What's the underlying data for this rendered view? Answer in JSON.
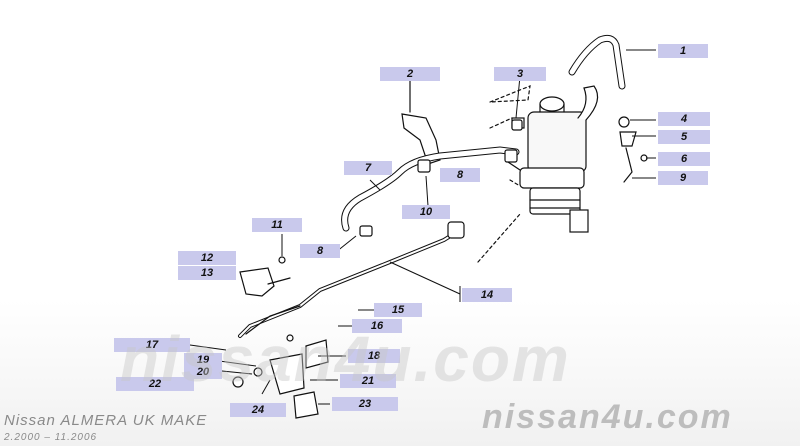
{
  "diagram": {
    "callouts": [
      "1",
      "2",
      "3",
      "4",
      "5",
      "6",
      "7",
      "8",
      "8",
      "9",
      "10",
      "11",
      "12",
      "13",
      "14",
      "15",
      "16",
      "17",
      "18",
      "19",
      "20",
      "21",
      "22",
      "23",
      "24"
    ]
  },
  "watermark": {
    "center": "nissan4u.com",
    "right": "nissan4u.com"
  },
  "footer": {
    "model": "Nissan  ALMERA UK MAKE",
    "years": "2.2000  –  11.2006"
  },
  "colors": {
    "callout_bg": "#c9c9ec",
    "line": "#111111"
  }
}
